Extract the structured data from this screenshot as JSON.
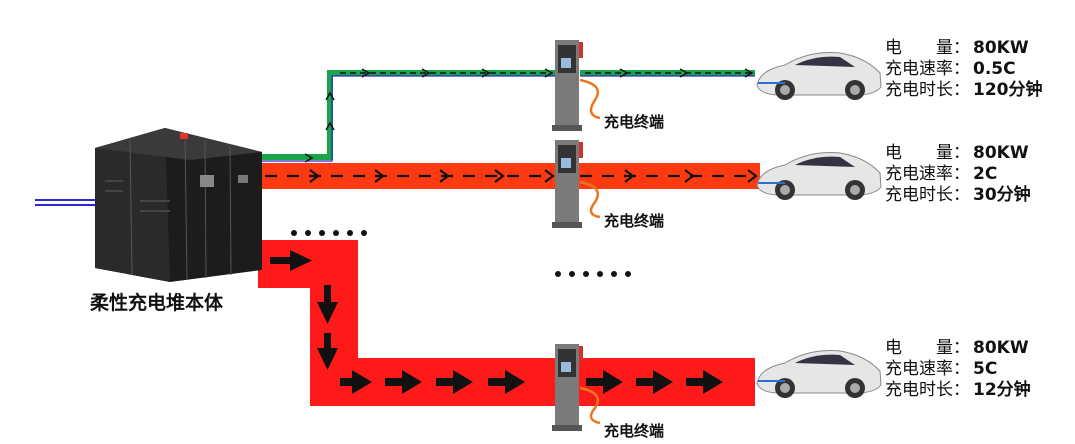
{
  "stack_label": "柔性充电堆本体",
  "terminal_label": "充电终端",
  "ellipsis": "••••••",
  "rows": [
    {
      "power_key": "电　　量：",
      "power_value": "80KW",
      "rate_key": "充电速率：",
      "rate_value": "0.5C",
      "time_key": "充电时长：",
      "time_value": "120分钟",
      "color": "#1aa54a"
    },
    {
      "power_key": "电　　量：",
      "power_value": "80KW",
      "rate_key": "充电速率：",
      "rate_value": "2C",
      "time_key": "充电时长：",
      "time_value": "30分钟",
      "color": "#ff3a12"
    },
    {
      "power_key": "电　　量：",
      "power_value": "80KW",
      "rate_key": "充电速率：",
      "rate_value": "5C",
      "time_key": "充电时长：",
      "time_value": "12分钟",
      "color": "#ff1a1a"
    }
  ],
  "colors": {
    "input_line": "#2a2ad0",
    "arrow": "#111111"
  }
}
